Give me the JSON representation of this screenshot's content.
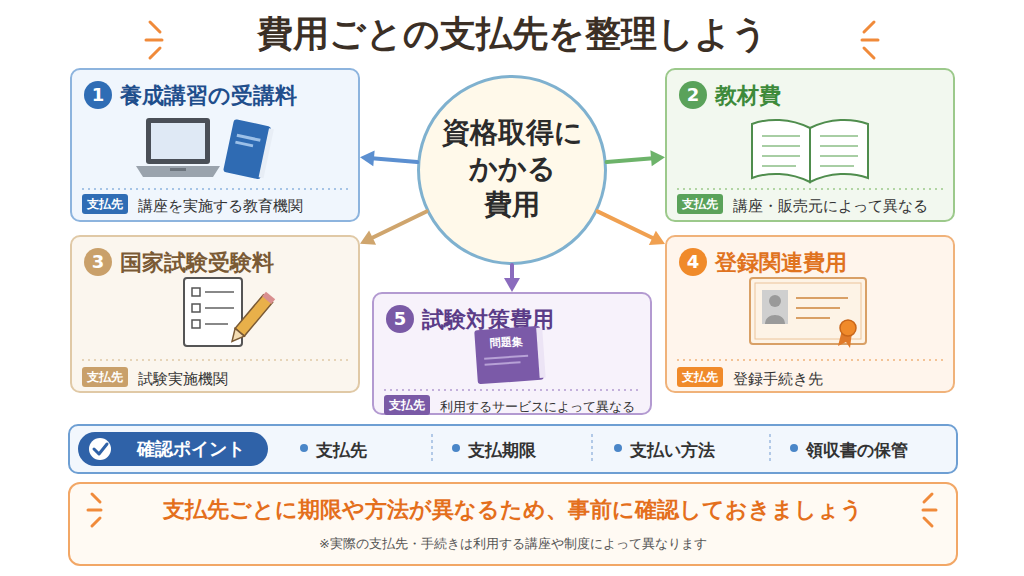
{
  "diagram": {
    "title": "費用ごとの支払先を整理しよう",
    "nodes": [
      {
        "text": [
          "資格取得に かかる 費用"
        ]
      },
      {
        "text": [
          "養成講習の受講料",
          "講座を実施する教育機関"
        ]
      },
      {
        "text": [
          "1"
        ],
        "in": 1
      },
      {
        "text": [
          "支払先"
        ],
        "in": 1
      },
      {
        "text": [
          "教材費",
          "講座・販売元によって異なる"
        ]
      },
      {
        "text": [
          "2"
        ],
        "in": 4
      },
      {
        "text": [
          "支払先"
        ],
        "in": 4
      },
      {
        "text": [
          "国家試験受験料",
          "試験実施機関"
        ]
      },
      {
        "text": [
          "3"
        ],
        "in": 7
      },
      {
        "text": [
          "支払先"
        ],
        "in": 7
      },
      {
        "text": [
          "登録関連費用",
          "登録手続き先"
        ]
      },
      {
        "text": [
          "4"
        ],
        "in": 10
      },
      {
        "text": [
          "支払先"
        ],
        "in": 10
      },
      {
        "text": [
          "試験対策費用",
          "利用するサービスによって異なる"
        ]
      },
      {
        "text": [
          "5"
        ],
        "in": 13
      },
      {
        "text": [
          "支払先"
        ],
        "in": 13
      },
      {
        "text": [
          "支払先",
          "支払期限",
          "支払い方法",
          "領収書の保管"
        ]
      },
      {
        "text": [
          "確認ポイント"
        ],
        "in": 16
      },
      {
        "text": [
          "支払先ごとに期限や方法が異なるため、事前に確認しておきましょう",
          "※実際の支払先・手続きは利用する講座や制度によって異なります"
        ]
      }
    ],
    "edges": [
      {
        "from": 0,
        "to": 1,
        "arrow": "to"
      },
      {
        "from": 0,
        "to": 4,
        "arrow": "to"
      },
      {
        "from": 0,
        "to": 7,
        "arrow": "to"
      },
      {
        "from": 0,
        "to": 10,
        "arrow": "to"
      },
      {
        "from": 0,
        "to": 13,
        "arrow": "to"
      }
    ],
    "labels": [
      "問題集"
    ]
  }
}
